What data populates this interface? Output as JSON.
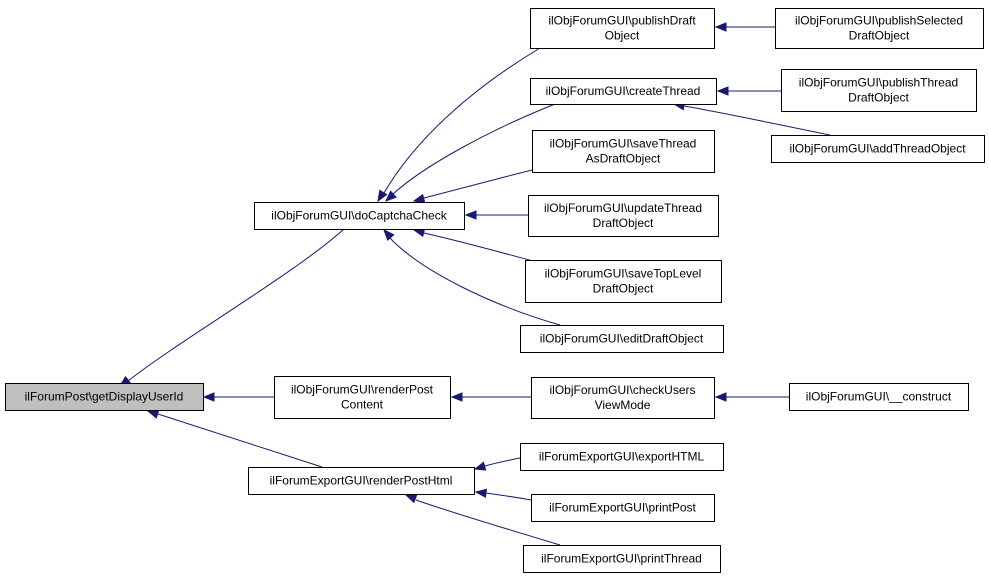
{
  "colors": {
    "edge": "#191970",
    "root_fill": "#bfbfbf",
    "node_fill": "#ffffff",
    "border": "#000000"
  },
  "nodes": {
    "getDisplayUserId": {
      "lines": [
        "ilForumPost\\getDisplayUserId"
      ]
    },
    "doCaptchaCheck": {
      "lines": [
        "ilObjForumGUI\\doCaptchaCheck"
      ]
    },
    "renderPostContent": {
      "lines": [
        "ilObjForumGUI\\renderPost",
        "Content"
      ]
    },
    "renderPostHtml": {
      "lines": [
        "ilForumExportGUI\\renderPostHtml"
      ]
    },
    "publishDraftObject": {
      "lines": [
        "ilObjForumGUI\\publishDraft",
        "Object"
      ]
    },
    "createThread": {
      "lines": [
        "ilObjForumGUI\\createThread"
      ]
    },
    "saveThreadAsDraftObject": {
      "lines": [
        "ilObjForumGUI\\saveThread",
        "AsDraftObject"
      ]
    },
    "updateThreadDraftObject": {
      "lines": [
        "ilObjForumGUI\\updateThread",
        "DraftObject"
      ]
    },
    "saveTopLevelDraftObject": {
      "lines": [
        "ilObjForumGUI\\saveTopLevel",
        "DraftObject"
      ]
    },
    "editDraftObject": {
      "lines": [
        "ilObjForumGUI\\editDraftObject"
      ]
    },
    "checkUsersViewMode": {
      "lines": [
        "ilObjForumGUI\\checkUsers",
        "ViewMode"
      ]
    },
    "exportHTML": {
      "lines": [
        "ilForumExportGUI\\exportHTML"
      ]
    },
    "printPost": {
      "lines": [
        "ilForumExportGUI\\printPost"
      ]
    },
    "printThread": {
      "lines": [
        "ilForumExportGUI\\printThread"
      ]
    },
    "publishSelectedDraftObject": {
      "lines": [
        "ilObjForumGUI\\publishSelected",
        "DraftObject"
      ]
    },
    "publishThreadDraftObject": {
      "lines": [
        "ilObjForumGUI\\publishThread",
        "DraftObject"
      ]
    },
    "addThreadObject": {
      "lines": [
        "ilObjForumGUI\\addThreadObject"
      ]
    },
    "construct": {
      "lines": [
        "ilObjForumGUI\\__construct"
      ]
    }
  },
  "edges": [
    {
      "from": "doCaptchaCheck",
      "to": "getDisplayUserId"
    },
    {
      "from": "renderPostContent",
      "to": "getDisplayUserId"
    },
    {
      "from": "renderPostHtml",
      "to": "getDisplayUserId"
    },
    {
      "from": "publishDraftObject",
      "to": "doCaptchaCheck"
    },
    {
      "from": "createThread",
      "to": "doCaptchaCheck"
    },
    {
      "from": "saveThreadAsDraftObject",
      "to": "doCaptchaCheck"
    },
    {
      "from": "updateThreadDraftObject",
      "to": "doCaptchaCheck"
    },
    {
      "from": "saveTopLevelDraftObject",
      "to": "doCaptchaCheck"
    },
    {
      "from": "editDraftObject",
      "to": "doCaptchaCheck"
    },
    {
      "from": "publishSelectedDraftObject",
      "to": "publishDraftObject"
    },
    {
      "from": "publishThreadDraftObject",
      "to": "createThread"
    },
    {
      "from": "addThreadObject",
      "to": "createThread"
    },
    {
      "from": "checkUsersViewMode",
      "to": "renderPostContent"
    },
    {
      "from": "construct",
      "to": "checkUsersViewMode"
    },
    {
      "from": "exportHTML",
      "to": "renderPostHtml"
    },
    {
      "from": "printPost",
      "to": "renderPostHtml"
    },
    {
      "from": "printThread",
      "to": "renderPostHtml"
    }
  ]
}
